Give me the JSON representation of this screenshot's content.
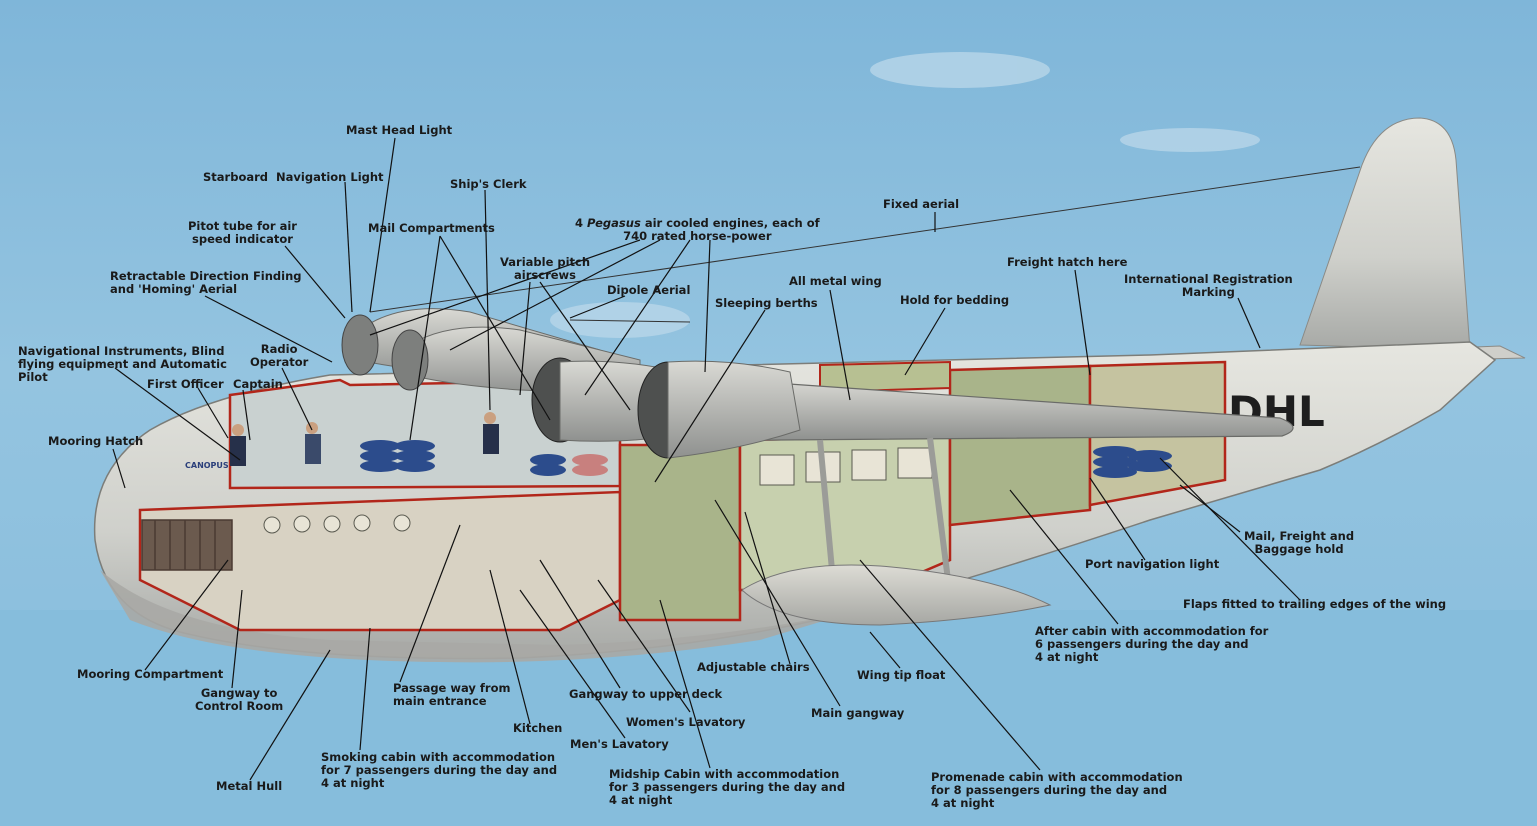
{
  "registration_marking": "DHL",
  "aircraft_name": "CANOPUS",
  "labels": {
    "mast_head_light": "Mast Head Light",
    "starboard_nav_light": "Starboard  Navigation Light",
    "ships_clerk": "Ship's Clerk",
    "fixed_aerial": "Fixed aerial",
    "pitot_tube": "Pitot tube for air\nspeed indicator",
    "mail_compartments": "Mail Compartments",
    "engines_prefix": "4 ",
    "engines_italic": "Pegasus",
    "engines_suffix": " air cooled engines, each of\n740 rated horse-power",
    "variable_pitch": "Variable pitch\nairscrews",
    "dipole_aerial": "Dipole Aerial",
    "all_metal_wing": "All metal wing",
    "freight_hatch": "Freight hatch here",
    "intl_registration": "International Registration\nMarking",
    "retractable_df": "Retractable Direction Finding\nand 'Homing' Aerial",
    "sleeping_berths": "Sleeping berths",
    "hold_for_bedding": "Hold for bedding",
    "nav_instruments": "Navigational Instruments, Blind\nflying equipment and Automatic\nPilot",
    "radio_operator": "Radio\nOperator",
    "first_officer": "First Officer",
    "captain": "Captain",
    "mooring_hatch": "Mooring Hatch",
    "mail_freight_baggage": "Mail, Freight and\nBaggage hold",
    "port_nav_light": "Port navigation light",
    "flaps": "Flaps fitted to trailing edges of the wing",
    "after_cabin": "After cabin with accommodation for\n6 passengers during the day and\n4 at night",
    "mooring_compartment": "Mooring Compartment",
    "adjustable_chairs": "Adjustable chairs",
    "wing_tip_float": "Wing tip float",
    "gangway_control": "Gangway to\nControl Room",
    "passage_way": "Passage way from\nmain entrance",
    "gangway_upper": "Gangway to upper deck",
    "womens_lavatory": "Women's Lavatory",
    "main_gangway": "Main gangway",
    "kitchen": "Kitchen",
    "mens_lavatory": "Men's Lavatory",
    "smoking_cabin": "Smoking cabin with accommodation\nfor 7 passengers during the day and\n4 at night",
    "metal_hull": "Metal Hull",
    "midship_cabin": "Midship Cabin with accommodation\nfor 3 passengers during the day and\n4 at night",
    "promenade_cabin": "Promenade cabin with accommodation\nfor 8 passengers during the day and\n4 at night"
  },
  "colors": {
    "sky": "#8cc0de",
    "hull": "#d8d8d2",
    "hull_shadow": "#b9bab6",
    "interior_green": "#a9b48a",
    "cutaway_red": "#b2261a",
    "bag_blue": "#2c4c8c",
    "bag_pink": "#c8807e"
  }
}
